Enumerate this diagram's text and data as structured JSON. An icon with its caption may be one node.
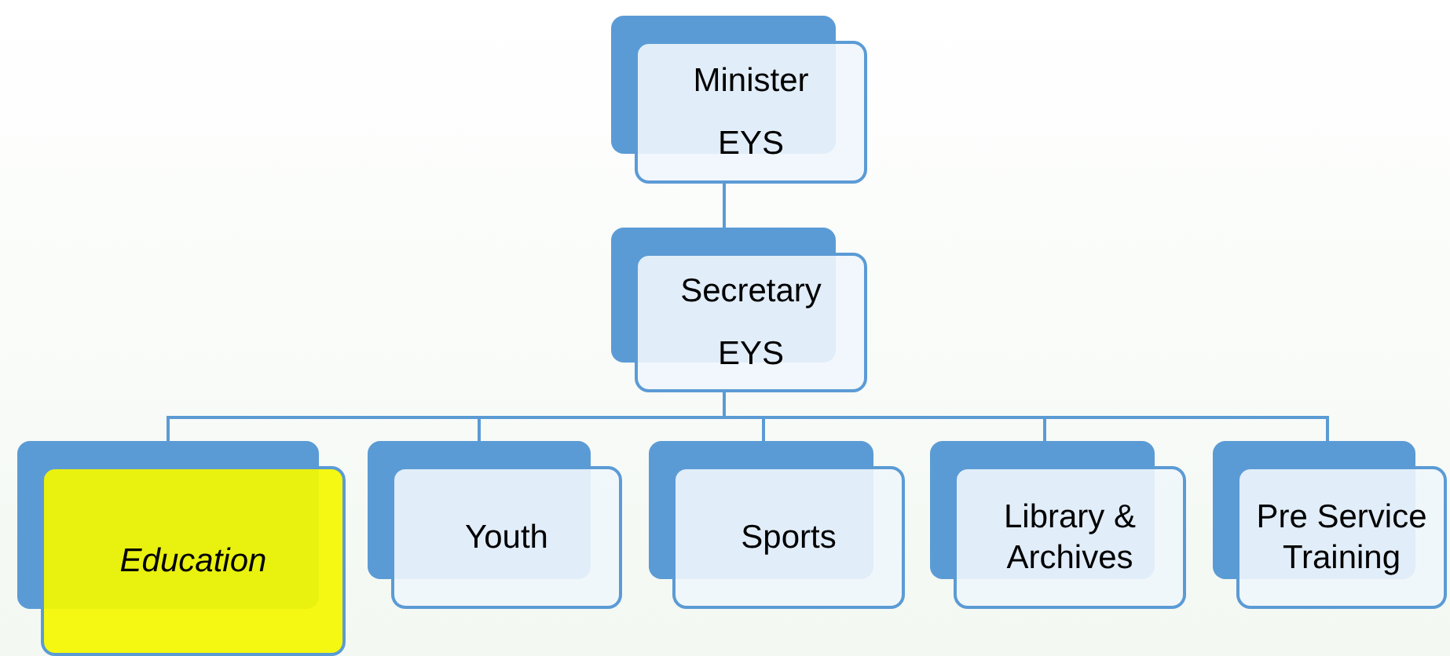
{
  "diagram": {
    "nodes": [
      {
        "text": [
          "Minister EYS"
        ]
      },
      {
        "text": [
          "Secretary EYS"
        ]
      },
      {
        "text": [
          "Education"
        ]
      },
      {
        "text": [
          "Youth"
        ]
      },
      {
        "text": [
          "Sports"
        ]
      },
      {
        "text": [
          "Library & Archives"
        ]
      },
      {
        "text": [
          "Pre Service Training"
        ]
      }
    ],
    "edges": [
      {
        "from": 0,
        "to": 1,
        "arrow": "none"
      },
      {
        "from": 1,
        "to": 2,
        "arrow": "none"
      },
      {
        "from": 1,
        "to": 3,
        "arrow": "none"
      },
      {
        "from": 1,
        "to": 4,
        "arrow": "none"
      },
      {
        "from": 1,
        "to": 5,
        "arrow": "none"
      },
      {
        "from": 1,
        "to": 6,
        "arrow": "none"
      }
    ]
  }
}
